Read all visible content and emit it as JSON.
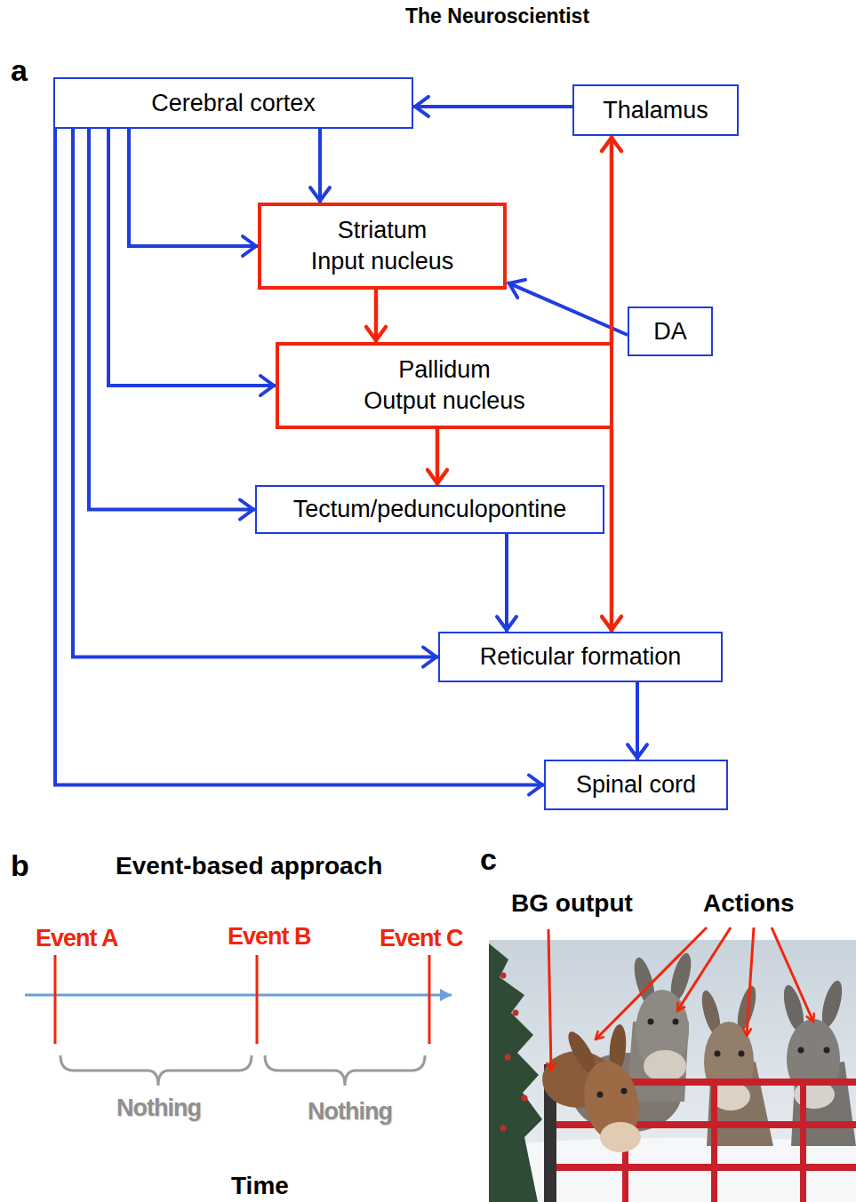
{
  "diagram": {
    "title": "The Neuroscientist",
    "nodes": [
      {
        "text": [
          "Cerebral cortex"
        ]
      },
      {
        "text": [
          "Thalamus"
        ]
      },
      {
        "text": [
          "Striatum",
          "Input nucleus"
        ]
      },
      {
        "text": [
          "DA"
        ]
      },
      {
        "text": [
          "Pallidum",
          "Output nucleus"
        ]
      },
      {
        "text": [
          "Tectum/pedunculopontine"
        ]
      },
      {
        "text": [
          "Reticular formation"
        ]
      },
      {
        "text": [
          "Spinal cord"
        ]
      }
    ],
    "edges": [
      {
        "from": 1,
        "to": 0,
        "arrow": "to"
      },
      {
        "from": 0,
        "to": 2,
        "arrow": "to"
      },
      {
        "from": 0,
        "to": 2,
        "arrow": "to"
      },
      {
        "from": 0,
        "to": 4,
        "arrow": "to"
      },
      {
        "from": 0,
        "to": 5,
        "arrow": "to"
      },
      {
        "from": 0,
        "to": 6,
        "arrow": "to"
      },
      {
        "from": 0,
        "to": 7,
        "arrow": "to"
      },
      {
        "from": 2,
        "to": 4,
        "arrow": "to"
      },
      {
        "from": 3,
        "to": 2,
        "arrow": "to"
      },
      {
        "from": 4,
        "to": 5,
        "arrow": "to"
      },
      {
        "from": 5,
        "to": 6,
        "arrow": "to"
      },
      {
        "from": 6,
        "to": 7,
        "arrow": "to"
      },
      {
        "from": 4,
        "to": 1,
        "arrow": "to"
      },
      {
        "from": 4,
        "to": 6,
        "arrow": "to"
      }
    ],
    "labels": [
      "a",
      "b",
      "Event-based approach",
      "Event A",
      "Event B",
      "Event C",
      "Nothing",
      "Nothing",
      "Time",
      "c",
      "BG output",
      "Actions"
    ]
  }
}
